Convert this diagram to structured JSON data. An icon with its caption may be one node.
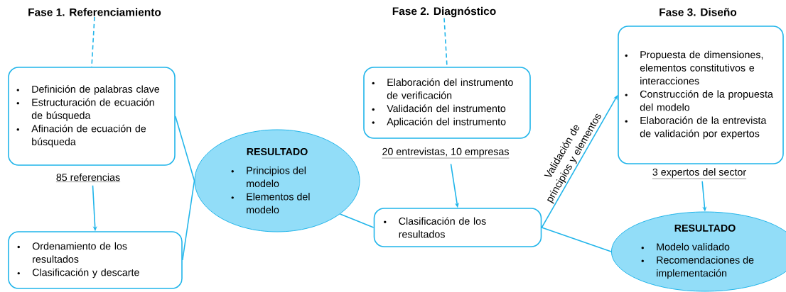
{
  "diagram": {
    "nodes": [
      {
        "text": [
          "Fase 1. Referenciamiento"
        ]
      },
      {
        "text": [
          "Definición de palabras clave",
          "Estructuración de ecuación de búsqueda",
          "Afinación de ecuación de búsqueda"
        ],
        "beside": [
          "85 referencias"
        ]
      },
      {
        "text": [
          "Ordenamiento de los resultados",
          "Clasificación  y descarte"
        ]
      },
      {
        "text": [
          "RESULTADO",
          "Principios del modelo",
          "Elementos del modelo"
        ]
      },
      {
        "text": [
          "Fase 2. Diagnóstico"
        ]
      },
      {
        "text": [
          "Elaboración del instrumento de verificación",
          "Validación del instrumento",
          "Aplicación del instrumento"
        ],
        "beside": [
          "20 entrevistas, 10 empresas"
        ]
      },
      {
        "text": [
          "Clasificación de los resultados"
        ]
      },
      {
        "text": [
          "Fase 3. Diseño"
        ]
      },
      {
        "text": [
          "Propuesta de dimensiones, elementos constitutivos e interacciones",
          "Construcción de la propuesta del modelo",
          "Elaboración de la entrevista de validación por expertos"
        ],
        "beside": [
          "3 expertos del sector"
        ]
      },
      {
        "text": [
          "RESULTADO",
          "Modelo validado",
          "Recomendaciones de implementación"
        ]
      }
    ],
    "edges": [
      {
        "from": 0,
        "to": 1,
        "arrow": "none",
        "style": "dashed"
      },
      {
        "from": 1,
        "to": 2,
        "arrow": "to"
      },
      {
        "from": 1,
        "to": 3,
        "arrow": "none"
      },
      {
        "from": 2,
        "to": 3,
        "arrow": "none"
      },
      {
        "from": 3,
        "to": 6,
        "arrow": "none"
      },
      {
        "from": 4,
        "to": 5,
        "arrow": "none",
        "style": "dashed"
      },
      {
        "from": 5,
        "to": 6,
        "arrow": "to"
      },
      {
        "from": 6,
        "to": 8,
        "arrow": "to",
        "label": "Validación de principios y elementos"
      },
      {
        "from": 6,
        "to": 9,
        "arrow": "none"
      },
      {
        "from": 8,
        "to": 9,
        "arrow": "to"
      }
    ]
  }
}
